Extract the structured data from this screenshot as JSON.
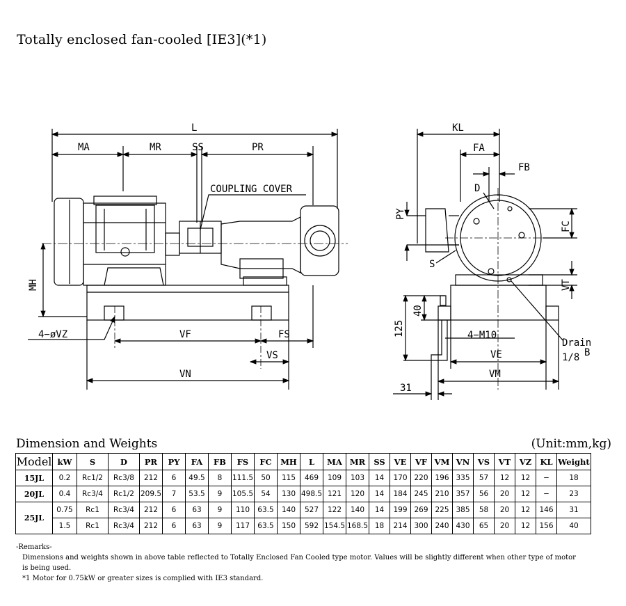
{
  "title": "Totally enclosed fan-cooled [IE3](*1)",
  "drawing": {
    "front_labels": {
      "L": "L",
      "MA": "MA",
      "MR": "MR",
      "SS": "SS",
      "PR": "PR",
      "coupling": "COUPLING COVER",
      "MH": "MH",
      "VZ": "4−øVZ",
      "VF": "VF",
      "FS": "FS",
      "VS": "VS",
      "VN": "VN"
    },
    "side_labels": {
      "KL": "KL",
      "FA": "FA",
      "FB": "FB",
      "D": "D",
      "PY": "PY",
      "S": "S",
      "FC": "FC",
      "VT": "VT",
      "d40": "40",
      "d125": "125",
      "M10": "4−M10",
      "VE": "VE",
      "VM": "VM",
      "d31": "31",
      "drain": "Drain",
      "drain_size": "1/8"
    }
  },
  "table": {
    "heading": "Dimension and Weights",
    "unit": "(Unit:mm,kg)",
    "columns": [
      "Model",
      "kW",
      "S",
      "D",
      "PR",
      "PY",
      "FA",
      "FB",
      "FS",
      "FC",
      "MH",
      "L",
      "MA",
      "MR",
      "SS",
      "VE",
      "VF",
      "VM",
      "VN",
      "VS",
      "VT",
      "VZ",
      "KL",
      "Weight"
    ],
    "rows": [
      [
        "15JL",
        "0.2",
        "Rc1/2",
        "Rc3/8",
        "212",
        "6",
        "49.5",
        "8",
        "111.5",
        "50",
        "115",
        "469",
        "109",
        "103",
        "14",
        "170",
        "220",
        "196",
        "335",
        "57",
        "12",
        "12",
        "−",
        "18"
      ],
      [
        "20JL",
        "0.4",
        "Rc3/4",
        "Rc1/2",
        "209.5",
        "7",
        "53.5",
        "9",
        "105.5",
        "54",
        "130",
        "498.5",
        "121",
        "120",
        "14",
        "184",
        "245",
        "210",
        "357",
        "56",
        "20",
        "12",
        "−",
        "23"
      ],
      [
        "25JL",
        "0.75",
        "Rc1",
        "Rc3/4",
        "212",
        "6",
        "63",
        "9",
        "110",
        "63.5",
        "140",
        "527",
        "122",
        "140",
        "14",
        "199",
        "269",
        "225",
        "385",
        "58",
        "20",
        "12",
        "146",
        "31"
      ],
      [
        "",
        "1.5",
        "Rc1",
        "Rc3/4",
        "212",
        "6",
        "63",
        "9",
        "117",
        "63.5",
        "150",
        "592",
        "154.5",
        "168.5",
        "18",
        "214",
        "300",
        "240",
        "430",
        "65",
        "20",
        "12",
        "156",
        "40"
      ]
    ]
  },
  "remarks": {
    "heading": "-Remarks-",
    "line1": "Dimensions and weights shown in above table reflected to Totally Enclosed Fan Cooled type motor. Values will be slightly different when other type of motor",
    "line2": "is being used.",
    "line3": "*1  Motor for 0.75kW or greater sizes is complied with IE3 standard."
  }
}
